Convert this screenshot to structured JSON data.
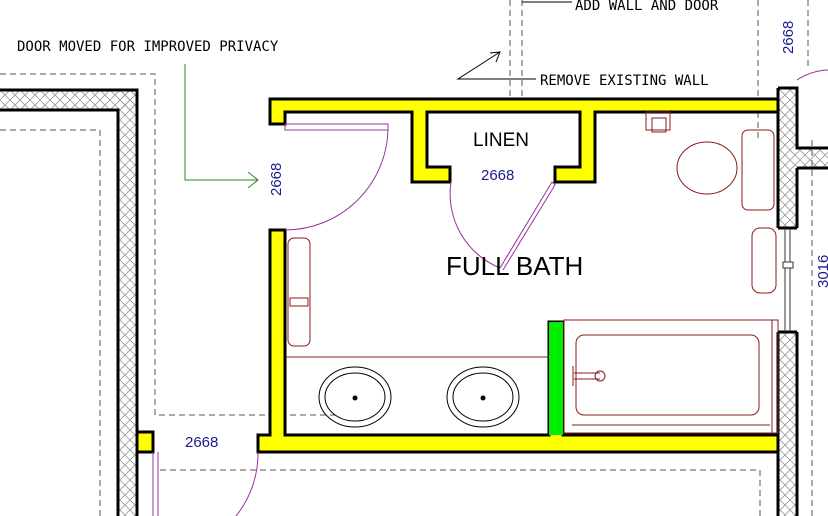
{
  "notes": {
    "door_moved": "DOOR MOVED FOR IMPROVED PRIVACY",
    "add_wall": "ADD WALL AND DOOR",
    "remove_wall": "REMOVE EXISTING WALL"
  },
  "rooms": {
    "linen": "LINEN",
    "full_bath": "FULL BATH"
  },
  "dimensions": {
    "linen_door": "2668",
    "bath_door": "2668",
    "hall_door": "2668",
    "top_right_door": "2668",
    "right_window": "3016"
  },
  "colors": {
    "new_wall": "#ffff00",
    "green_wall": "#00ee00",
    "fixture": "#8b1a1a",
    "door_swing": "#9a30a0",
    "dim_text": "#1a1a8c",
    "leader": "#2a8a2a"
  }
}
